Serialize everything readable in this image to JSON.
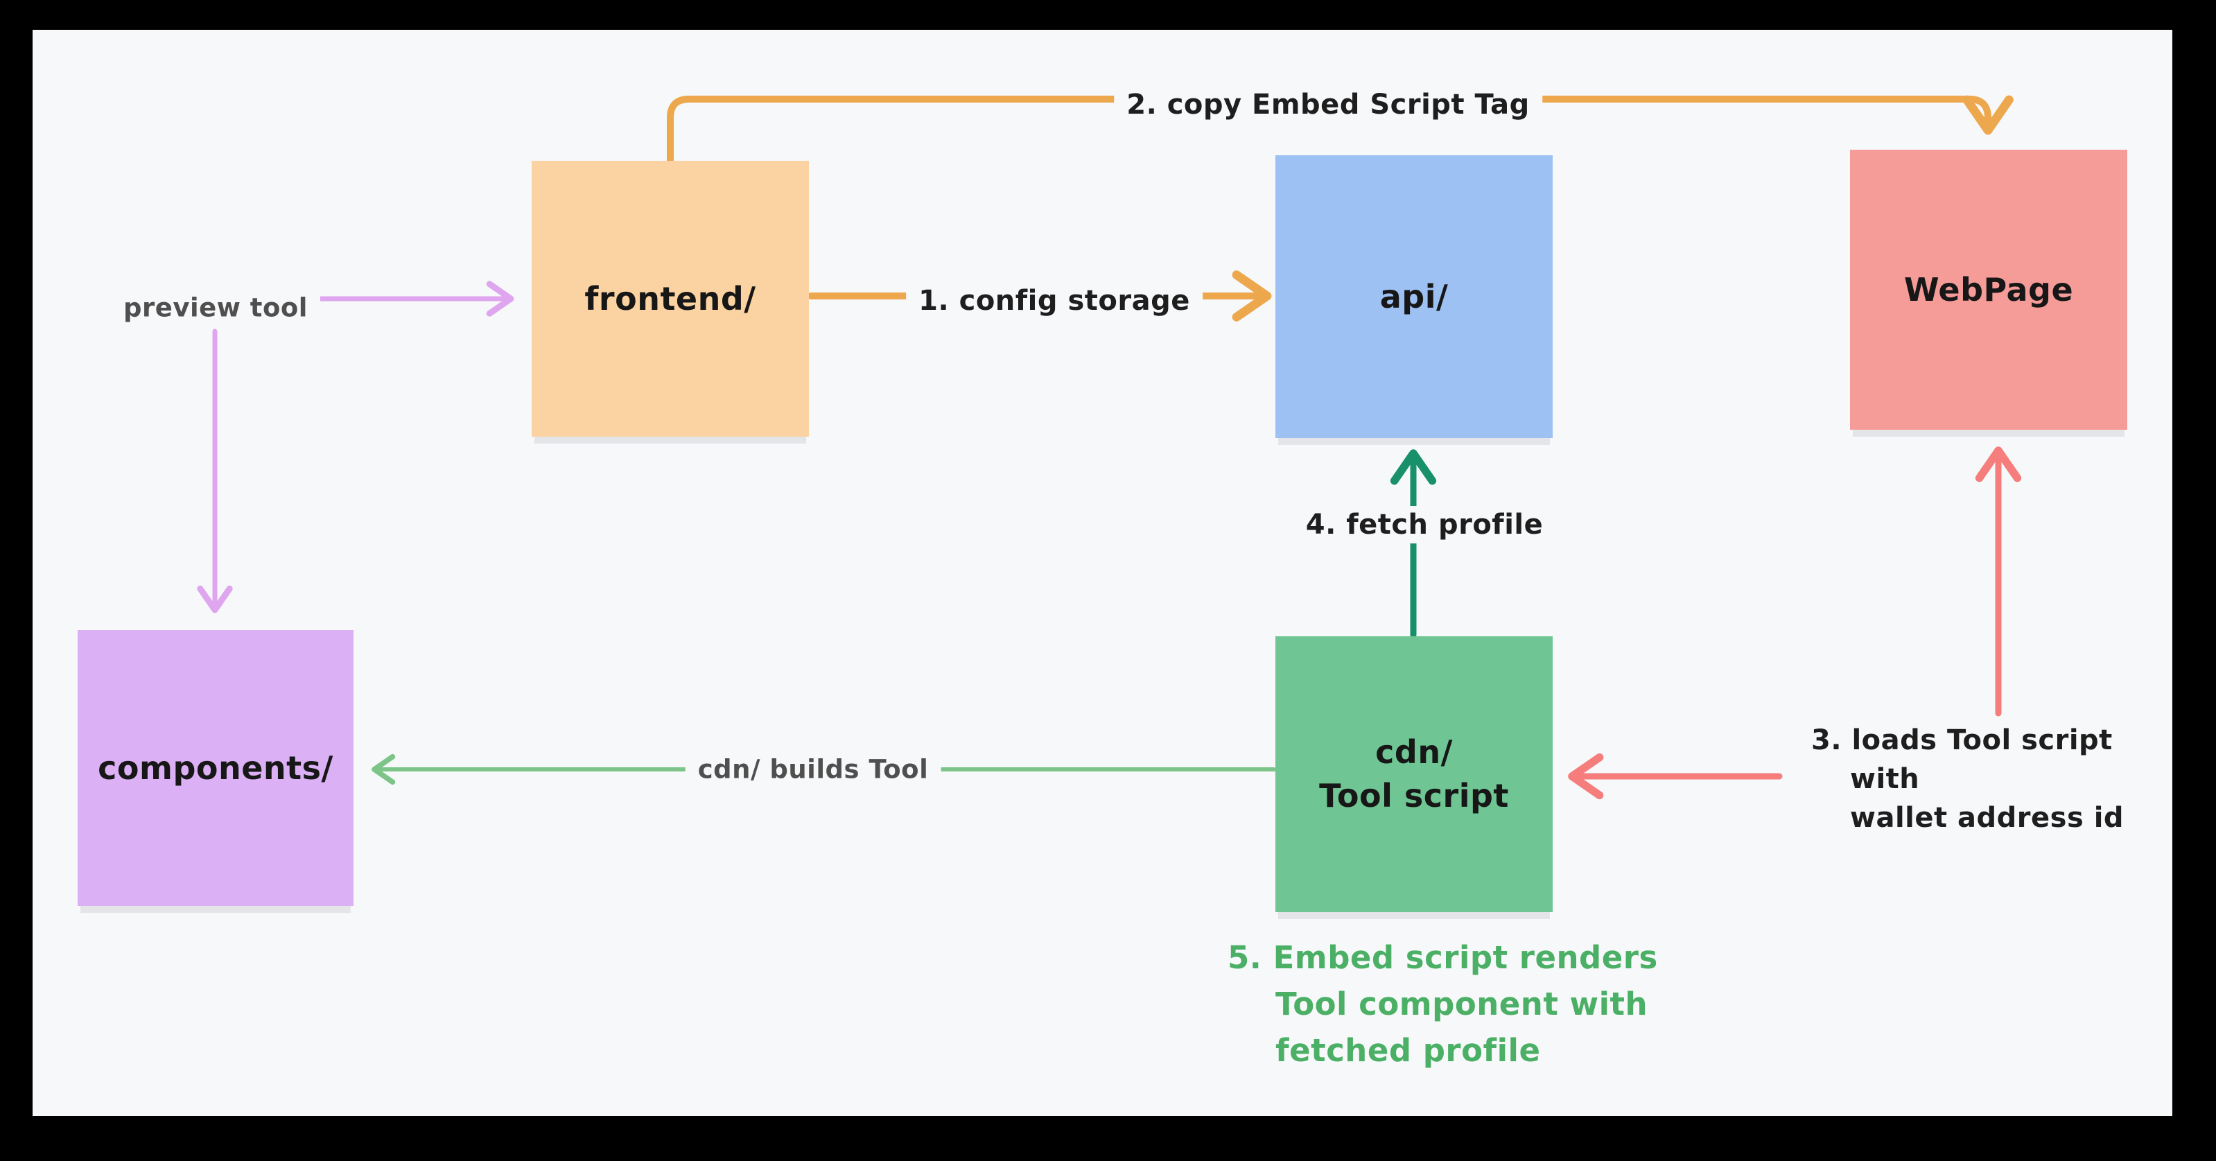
{
  "frame": {
    "background": "#000000",
    "canvas_background": "#F7F8FA"
  },
  "nodes": {
    "frontend": {
      "label": "frontend/",
      "fill": "#FBD3A2"
    },
    "api": {
      "label": "api/",
      "fill": "#9DC1F2"
    },
    "webpage": {
      "label": "WebPage",
      "fill": "#F59C99"
    },
    "components": {
      "label": "components/",
      "fill": "#DCB0F5"
    },
    "cdn": {
      "line1": "cdn/",
      "line2": "Tool script",
      "fill": "#6FC593"
    }
  },
  "edges": {
    "preview_tool": {
      "label": "preview tool",
      "color": "#DFA5EF",
      "label_color": "#4F4F4F"
    },
    "config_storage": {
      "label": "1. config storage",
      "color": "#EDA74C",
      "label_color": "#1E1E1E"
    },
    "copy_embed_script": {
      "label": "2. copy Embed Script Tag",
      "color": "#EDA74C",
      "label_color": "#1E1E1E"
    },
    "loads_tool_script": {
      "line1": "3. loads Tool script",
      "line2": "with",
      "line3": "wallet address id",
      "color": "#F57D7C",
      "label_color": "#1E1E1E"
    },
    "fetch_profile": {
      "label": "4. fetch profile",
      "color": "#18916A",
      "label_color": "#1E1E1E"
    },
    "cdn_builds_tool": {
      "label": "cdn/ builds Tool",
      "color": "#7CC487",
      "label_color": "#4F4F4F"
    },
    "embed_note": {
      "line1": "5. Embed script renders",
      "line2": "Tool component with",
      "line3": "fetched profile",
      "color": "#4BB065"
    }
  }
}
